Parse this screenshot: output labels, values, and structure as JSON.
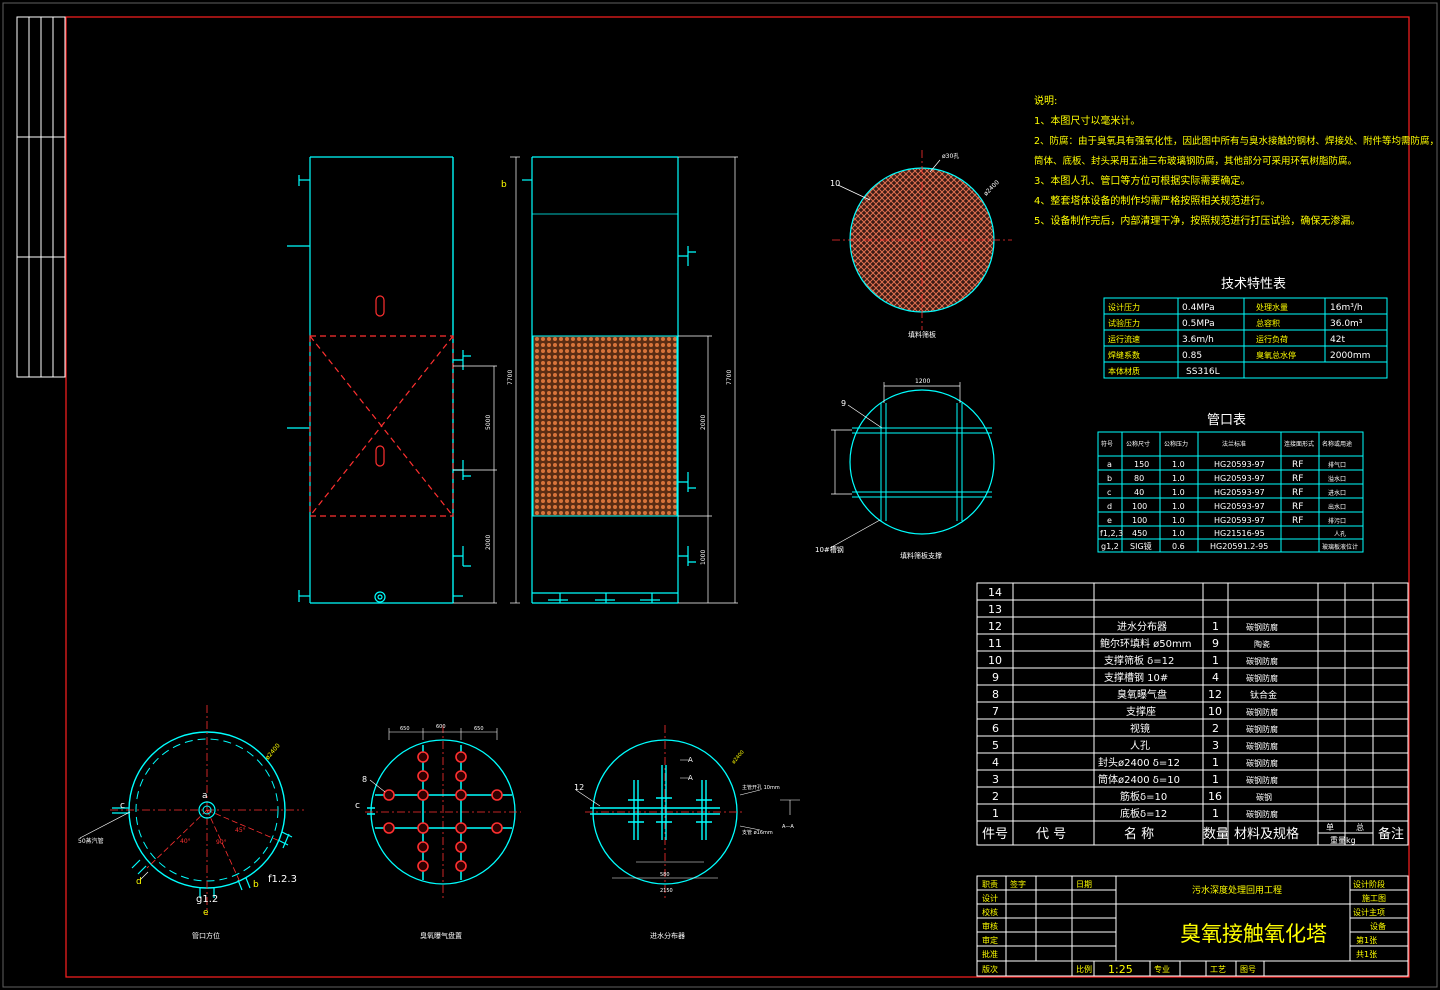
{
  "colors": {
    "background": "#000000",
    "frame": "#ff2020",
    "vessel": "#00ffff",
    "text_yellow": "#ffff00",
    "text_white": "#ffffff",
    "packing": "#c8641e",
    "table_line": "#ffffff"
  },
  "notes": {
    "title": "说明:",
    "lines": [
      "1、本图尺寸以毫米计。",
      "2、防腐：由于臭氧具有强氧化性，因此图中所有与臭水接触的钢材、焊接处、附件等均需防腐，",
      "筒体、底板、封头采用五油三布玻璃钢防腐，其他部分可采用环氧树脂防腐。",
      "3、本图人孔、管口等方位可根据实际需要确定。",
      "4、整套塔体设备的制作均需严格按照相关规范进行。",
      "5、设备制作完后，内部清理干净，按照规范进行打压试验，确保无渗漏。"
    ]
  },
  "tech_table": {
    "title": "技术特性表",
    "rows": [
      [
        "设计压力",
        "0.4MPa",
        "处理水量",
        "16m³/h"
      ],
      [
        "试验压力",
        "0.5MPa",
        "总容积",
        "36.0m³"
      ],
      [
        "运行流速",
        "3.6m/h",
        "运行负荷",
        "42t"
      ],
      [
        "焊缝系数",
        "0.85",
        "臭氧总水停",
        "2000mm"
      ],
      [
        "本体材质",
        "SS316L",
        "",
        ""
      ]
    ]
  },
  "nozzle_table": {
    "title": "管口表",
    "headers": [
      "符号",
      "公称尺寸",
      "公称压力",
      "法兰标准",
      "连接面形式",
      "名称或用途"
    ],
    "rows": [
      [
        "a",
        "150",
        "1.0",
        "HG20593-97",
        "RF",
        "排气口"
      ],
      [
        "b",
        "80",
        "1.0",
        "HG20593-97",
        "RF",
        "溢水口"
      ],
      [
        "c",
        "40",
        "1.0",
        "HG20593-97",
        "RF",
        "进水口"
      ],
      [
        "d",
        "100",
        "1.0",
        "HG20593-97",
        "RF",
        "出水口"
      ],
      [
        "e",
        "100",
        "1.0",
        "HG20593-97",
        "RF",
        "排污口"
      ],
      [
        "f1,2,3",
        "450",
        "1.0",
        "HG21516-95",
        "",
        "人孔"
      ],
      [
        "g1,2",
        "SIG镜",
        "0.6",
        "HG20591.2-95",
        "",
        "玻璃板液位计"
      ]
    ]
  },
  "bom": {
    "rows": [
      [
        "14",
        "",
        "",
        "",
        ""
      ],
      [
        "13",
        "",
        "",
        "",
        ""
      ],
      [
        "12",
        "",
        "进水分布器",
        "1",
        "碳钢防腐"
      ],
      [
        "11",
        "",
        "鲍尔环填料 ø50mm",
        "9",
        "陶瓷"
      ],
      [
        "10",
        "",
        "支撑筛板 δ=12",
        "1",
        "碳钢防腐"
      ],
      [
        "9",
        "",
        "支撑槽钢 10#",
        "4",
        "碳钢防腐"
      ],
      [
        "8",
        "",
        "臭氧曝气盘",
        "12",
        "钛合金"
      ],
      [
        "7",
        "",
        "支撑座",
        "10",
        "碳钢防腐"
      ],
      [
        "6",
        "",
        "视镜",
        "2",
        "碳钢防腐"
      ],
      [
        "5",
        "",
        "人孔",
        "3",
        "碳钢防腐"
      ],
      [
        "4",
        "",
        "封头ø2400 δ=12",
        "1",
        "碳钢防腐"
      ],
      [
        "3",
        "",
        "筒体ø2400 δ=10",
        "1",
        "碳钢防腐"
      ],
      [
        "2",
        "",
        "筋板δ=10",
        "16",
        "碳钢"
      ],
      [
        "1",
        "",
        "底板δ=12",
        "1",
        "碳钢防腐"
      ]
    ],
    "headers": [
      "件号",
      "代 号",
      "名 称",
      "数量",
      "材料及规格",
      "单",
      "总",
      "重量kg",
      "备注"
    ]
  },
  "title_block": {
    "left_rows": [
      "职责",
      "设计",
      "校核",
      "审核",
      "审定",
      "批准",
      "版次"
    ],
    "col_sign": "签字",
    "col_date": "日期",
    "project": "污水深度处理回用工程",
    "drawing_title": "臭氧接触氧化塔",
    "scale_label": "比例",
    "scale": "1:25",
    "major_label": "专业",
    "process_label": "工艺",
    "drawing_no_label": "图号",
    "right_rows": [
      "设计阶段",
      "施工图",
      "设计主项",
      "设备",
      "第1张",
      "共1张"
    ]
  },
  "view_labels": {
    "packing_plate": "填料筛板",
    "packing_support": "填料筛板支撑",
    "nozzle_orientation": "管口方位",
    "aeration_layout": "臭氧曝气盘置",
    "water_distributor": "进水分布器"
  },
  "annotations": {
    "b_label": "b",
    "dim_7700": "7700",
    "dim_5000": "5000",
    "dim_2000": "2000",
    "dim_1000": "1000",
    "plate_part": "10",
    "plate_hole": "ø30孔",
    "plate_dia": "ø2400",
    "support_part": "9",
    "support_dim": "1200",
    "channel_label": "10#槽钢",
    "nozzle_a": "a",
    "nozzle_c": "c",
    "nozzle_d": "d",
    "nozzle_b": "b",
    "nozzle_f": "f1.2.3",
    "nozzle_g": "g1.2",
    "nozzle_e": "e",
    "drain_label": "50蒸汽管",
    "dia_label": "ø2400",
    "angle_40": "40°",
    "angle_45": "45°",
    "angle_90": "90°",
    "aer_part": "8",
    "aer_c": "c",
    "dim_600": "600",
    "dim_650": "650",
    "dist_part": "12",
    "dist_a1": "A",
    "dist_a2": "A",
    "dist_note1": "主管开孔 10mm",
    "dist_note2": "支管 ø16mm",
    "dist_dim": "2150",
    "dist_dim2": "580",
    "section": "A—A"
  }
}
